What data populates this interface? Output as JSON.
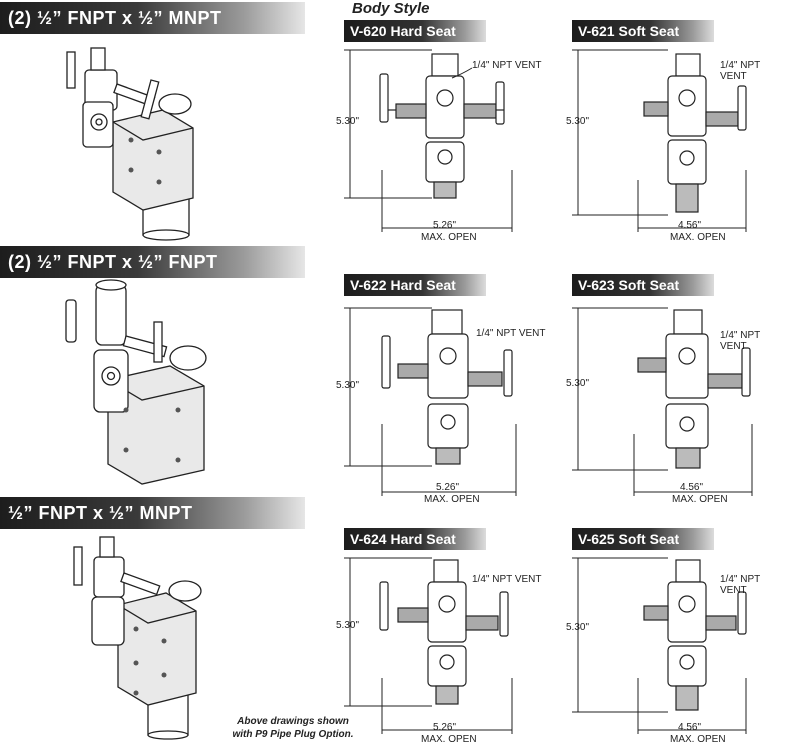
{
  "banners": [
    {
      "label": "(2) ½” FNPT  x  ½” MNPT"
    },
    {
      "label": "(2) ½” FNPT  x  ½” FNPT"
    },
    {
      "label": "½” FNPT  x  ½” MNPT"
    }
  ],
  "body_style": "Body Style",
  "panels": [
    {
      "label": "V-620 Hard Seat",
      "height_dim": "5.30\"",
      "vent": "1/4\" NPT VENT",
      "width_dim": "5.26\"",
      "open_label": "MAX. OPEN"
    },
    {
      "label": "V-621 Soft Seat",
      "height_dim": "5.30\"",
      "vent": "1/4\" NPT VENT",
      "width_dim": "4.56\"",
      "open_label": "MAX. OPEN"
    },
    {
      "label": "V-622 Hard Seat",
      "height_dim": "5.30\"",
      "vent": "1/4\" NPT VENT",
      "width_dim": "5.26\"",
      "open_label": "MAX. OPEN"
    },
    {
      "label": "V-623 Soft Seat",
      "height_dim": "5.30\"",
      "vent": "1/4\" NPT VENT",
      "width_dim": "4.56\"",
      "open_label": "MAX. OPEN"
    },
    {
      "label": "V-624 Hard Seat",
      "height_dim": "5.30\"",
      "vent": "1/4\" NPT VENT",
      "width_dim": "5.26\"",
      "open_label": "MAX. OPEN"
    },
    {
      "label": "V-625 Soft Seat",
      "height_dim": "5.30\"",
      "vent": "1/4\" NPT VENT",
      "width_dim": "4.56\"",
      "open_label": "MAX. OPEN"
    }
  ],
  "caption": {
    "line1": "Above drawings shown",
    "line2": "with P9 Pipe Plug Option."
  }
}
